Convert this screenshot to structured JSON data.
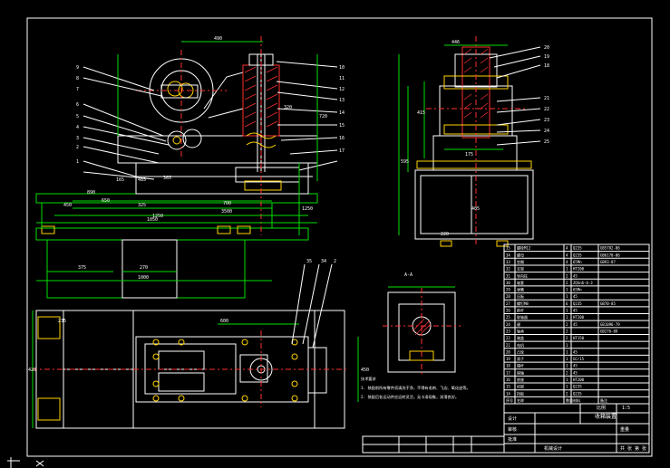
{
  "drawing": {
    "title": "收箱装置",
    "scale_label": "1:5",
    "front_view": {
      "dimensions": [
        "490",
        "890",
        "650",
        "325",
        "1050",
        "700",
        "3500",
        "1250",
        "375",
        "270",
        "1000",
        "450",
        "365",
        "165",
        "485",
        "1250",
        "720",
        "320"
      ],
      "balloons": [
        "9",
        "8",
        "7",
        "6",
        "5",
        "4",
        "3",
        "2",
        "1",
        "10",
        "12",
        "13",
        "14",
        "15",
        "16",
        "17",
        "11"
      ]
    },
    "side_view": {
      "dimensions": [
        "446",
        "415",
        "595",
        "175",
        "405",
        "220"
      ],
      "balloons": [
        "20",
        "19",
        "18",
        "21",
        "22",
        "23",
        "24",
        "25"
      ]
    },
    "plan_view": {
      "dimensions": [
        "600",
        "420",
        "450",
        "235"
      ],
      "balloons": [
        "35",
        "34",
        "2"
      ]
    },
    "section_label": "A-A",
    "tech_notes": {
      "heading": "技术要求",
      "lines": [
        "1. 装配前所有零件须清洗干净，不得有毛刺、飞边、氧化皮等。",
        "2. 装配后各运动件应运转灵活，无卡滞现象，润滑良好。"
      ]
    },
    "bom": {
      "rows": [
        {
          "no": "35",
          "name": "螺栓M12",
          "qty": "4",
          "mat": "Q235",
          "std": "GB5782-86"
        },
        {
          "no": "34",
          "name": "螺母",
          "qty": "4",
          "mat": "Q235",
          "std": "GB6170-86"
        },
        {
          "no": "33",
          "name": "垫圈",
          "qty": "4",
          "mat": "65Mn",
          "std": "GB93-87"
        },
        {
          "no": "32",
          "name": "支架",
          "qty": "1",
          "mat": "HT200",
          "std": ""
        },
        {
          "no": "31",
          "name": "导向柱",
          "qty": "2",
          "mat": "45",
          "std": ""
        },
        {
          "no": "30",
          "name": "轴套",
          "qty": "2",
          "mat": "ZQSn6-6-3",
          "std": ""
        },
        {
          "no": "29",
          "name": "弹簧",
          "qty": "1",
          "mat": "65Mn",
          "std": ""
        },
        {
          "no": "28",
          "name": "压板",
          "qty": "1",
          "mat": "45",
          "std": ""
        },
        {
          "no": "27",
          "name": "螺钉M8",
          "qty": "6",
          "mat": "Q235",
          "std": "GB70-85"
        },
        {
          "no": "26",
          "name": "推杆",
          "qty": "1",
          "mat": "45",
          "std": ""
        },
        {
          "no": "25",
          "name": "联轴器",
          "qty": "1",
          "mat": "HT200",
          "std": ""
        },
        {
          "no": "24",
          "name": "键",
          "qty": "2",
          "mat": "45",
          "std": "GB1096-79"
        },
        {
          "no": "23",
          "name": "轴承",
          "qty": "2",
          "mat": "",
          "std": "GB276-89"
        },
        {
          "no": "22",
          "name": "端盖",
          "qty": "2",
          "mat": "HT150",
          "std": ""
        },
        {
          "no": "21",
          "name": "电机",
          "qty": "1",
          "mat": "",
          "std": ""
        },
        {
          "no": "20",
          "name": "凸轮",
          "qty": "1",
          "mat": "45",
          "std": ""
        },
        {
          "no": "19",
          "name": "滚子",
          "qty": "1",
          "mat": "GCr15",
          "std": ""
        },
        {
          "no": "18",
          "name": "摆杆",
          "qty": "1",
          "mat": "45",
          "std": ""
        },
        {
          "no": "17",
          "name": "销轴",
          "qty": "2",
          "mat": "45",
          "std": ""
        },
        {
          "no": "16",
          "name": "底座",
          "qty": "1",
          "mat": "HT200",
          "std": ""
        },
        {
          "no": "15",
          "name": "机架",
          "qty": "1",
          "mat": "Q235",
          "std": ""
        },
        {
          "no": "14",
          "name": "挡板",
          "qty": "2",
          "mat": "Q235",
          "std": ""
        }
      ],
      "header": {
        "no": "序号",
        "name": "名称",
        "qty": "数量",
        "mat": "材料",
        "std": "备注"
      }
    },
    "title_block": {
      "designer": "设计",
      "checker": "审核",
      "approver": "批准",
      "sheet": "共 张 第 张",
      "weight": "重量",
      "scale_caption": "比例",
      "school": "机械设计"
    }
  }
}
